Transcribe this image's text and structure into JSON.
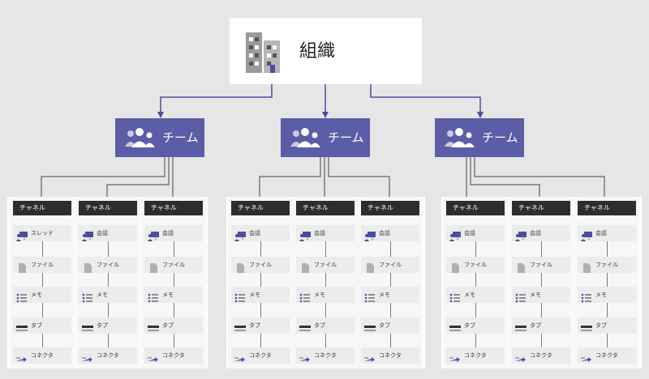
{
  "organization": {
    "label": "組織",
    "icon": "building-icon"
  },
  "teams": [
    {
      "label": "チーム",
      "icon": "people-icon"
    },
    {
      "label": "チーム",
      "icon": "people-icon"
    },
    {
      "label": "チーム",
      "icon": "people-icon"
    }
  ],
  "channels": [
    [
      {
        "header": "チャネル",
        "items": [
          "スレッド",
          "ファイル",
          "メモ",
          "タブ",
          "コネクタ"
        ]
      },
      {
        "header": "チャネル",
        "items": [
          "会話",
          "ファイル",
          "メモ",
          "タブ",
          "コネクタ"
        ]
      },
      {
        "header": "チャネル",
        "items": [
          "会話",
          "ファイル",
          "メモ",
          "タブ",
          "コネクタ"
        ]
      }
    ],
    [
      {
        "header": "チャネル",
        "items": [
          "会話",
          "ファイル",
          "メモ",
          "タブ",
          "コネクタ"
        ]
      },
      {
        "header": "チャネル",
        "items": [
          "会話",
          "ファイル",
          "メモ",
          "タブ",
          "コネクタ"
        ]
      },
      {
        "header": "チャネル",
        "items": [
          "会話",
          "ファイル",
          "メモ",
          "タブ",
          "コネクタ"
        ]
      }
    ],
    [
      {
        "header": "チャネル",
        "items": [
          "会話",
          "ファイル",
          "メモ",
          "タブ",
          "コネクタ"
        ]
      },
      {
        "header": "チャネル",
        "items": [
          "会話",
          "ファイル",
          "メモ",
          "タブ",
          "コネクタ"
        ]
      },
      {
        "header": "チャネル",
        "items": [
          "会話",
          "ファイル",
          "メモ",
          "タブ",
          "コネクタ"
        ]
      }
    ]
  ],
  "item_icons": [
    "chat-icon",
    "file-icon",
    "notes-icon",
    "tab-icon",
    "connector-icon"
  ],
  "colors": {
    "accent": "#5b5ea6",
    "header": "#2d2d2d",
    "background": "#e6e6e6"
  }
}
